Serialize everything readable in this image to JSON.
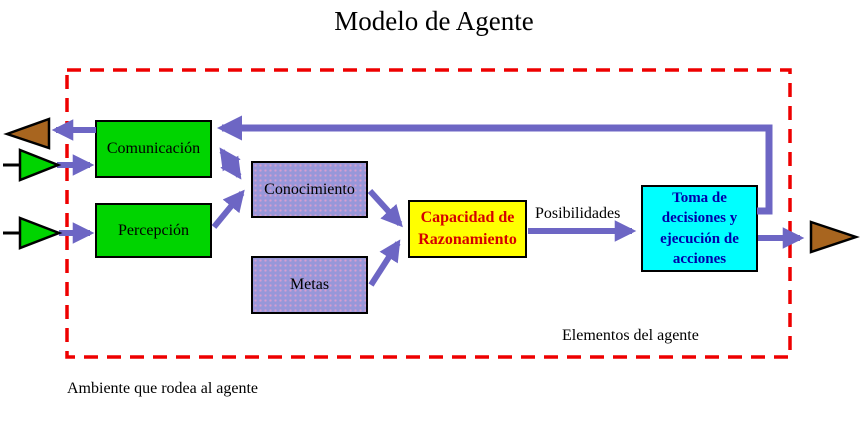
{
  "title": "Modelo de Agente",
  "boxes": {
    "comunicacion": {
      "label": "Comunicación",
      "fill": "#00d400"
    },
    "percepcion": {
      "label": "Percepción",
      "fill": "#00d400"
    },
    "conocimiento": {
      "label": "Conocimiento",
      "fill": "#9797d9"
    },
    "metas": {
      "label": "Metas",
      "fill": "#9797d9"
    },
    "capacidad": {
      "label": "Capacidad de Razonamiento",
      "fill": "#ffff00",
      "text_color": "#d40000"
    },
    "toma": {
      "label": "Toma de decisiones y ejecución de acciones",
      "fill": "#00ffff",
      "text_color": "#0000a8"
    }
  },
  "labels": {
    "posibilidades": "Posibilidades",
    "elementos": "Elementos del agente",
    "ambiente": "Ambiente que rodea al agente"
  },
  "edges": [
    {
      "from": "environment-input-top",
      "to": "comunicacion"
    },
    {
      "from": "environment-input-bottom",
      "to": "percepcion"
    },
    {
      "from": "comunicacion",
      "to": "environment-output-left"
    },
    {
      "from": "comunicacion",
      "to": "conocimiento",
      "bidirectional": true
    },
    {
      "from": "percepcion",
      "to": "conocimiento"
    },
    {
      "from": "conocimiento",
      "to": "capacidad"
    },
    {
      "from": "metas",
      "to": "capacidad"
    },
    {
      "from": "capacidad",
      "to": "toma",
      "label": "Posibilidades"
    },
    {
      "from": "toma",
      "to": "environment-output-right"
    },
    {
      "from": "toma",
      "to": "comunicacion",
      "type": "feedback"
    }
  ],
  "colors": {
    "box_green": "#00d400",
    "box_periwinkle": "#9797d9",
    "box_yellow": "#ffff00",
    "box_cyan": "#00ffff",
    "arrow_purple": "#6d66c4",
    "boundary_red": "#ee0000",
    "triangle_brown": "#a8651f",
    "capacidad_text": "#d40000",
    "toma_text": "#0000a8"
  }
}
